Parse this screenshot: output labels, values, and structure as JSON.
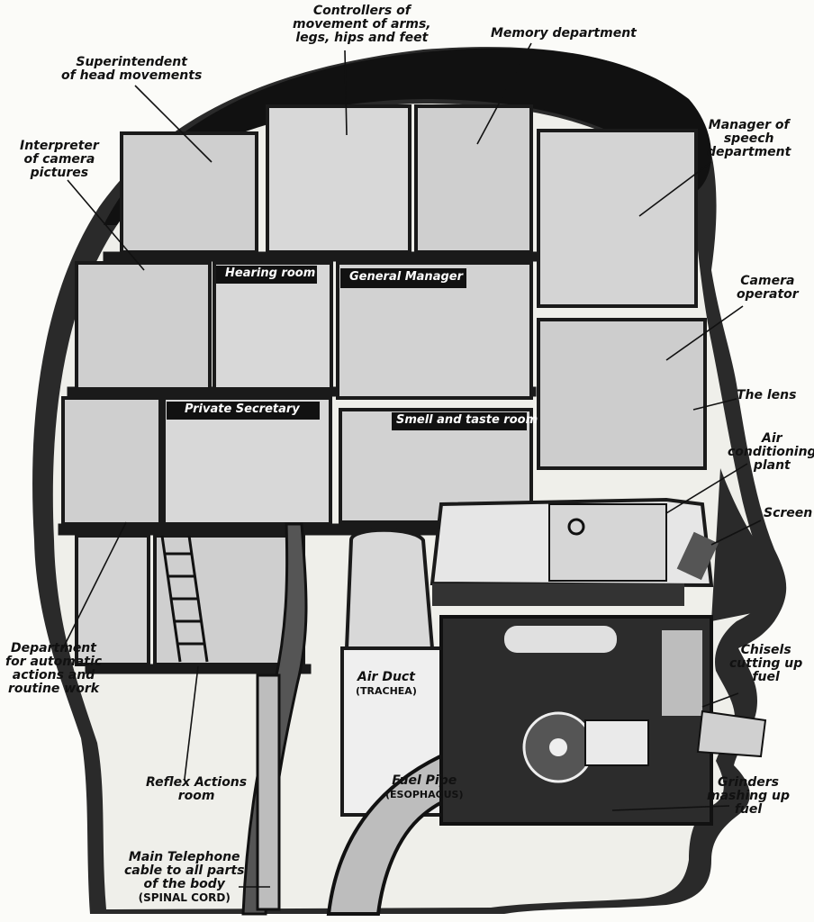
{
  "labels": {
    "controllers": [
      "Controllers of",
      "movement of arms,",
      "legs, hips and feet"
    ],
    "memory": "Memory department",
    "superintendent": [
      "Superintendent",
      "of head movements"
    ],
    "speech": [
      "Manager of",
      "speech",
      "department"
    ],
    "interpreter": [
      "Interpreter",
      "of camera",
      "pictures"
    ],
    "camera_operator": [
      "Camera",
      "operator"
    ],
    "lens": "The lens",
    "air_conditioning": [
      "Air",
      "conditioning",
      "plant"
    ],
    "screen": "Screen",
    "automatic": [
      "Department",
      "for automatic",
      "actions and",
      "routine work"
    ],
    "chisels": [
      "Chisels",
      "cutting up",
      "fuel"
    ],
    "reflex": [
      "Reflex Actions",
      "room"
    ],
    "grinders": [
      "Grinders",
      "mashing up",
      "fuel"
    ],
    "telephone": [
      "Main Telephone",
      "cable to all parts",
      "of the body",
      "(SPINAL CORD)"
    ],
    "air_duct": [
      "Air Duct",
      "(TRACHEA)"
    ],
    "fuel_pipe": [
      "Fuel Pipe",
      "(ESOPHAGUS)"
    ]
  },
  "room_tags": {
    "hearing": "Hearing room",
    "general_manager": "General Manager",
    "private_secretary": "Private Secretary",
    "smell_taste": "Smell and taste room"
  },
  "colors": {
    "ink": "#111111",
    "paper": "#fbfbf8",
    "room_bg": "#cfcfcf",
    "wall": "#1a1a1a"
  }
}
